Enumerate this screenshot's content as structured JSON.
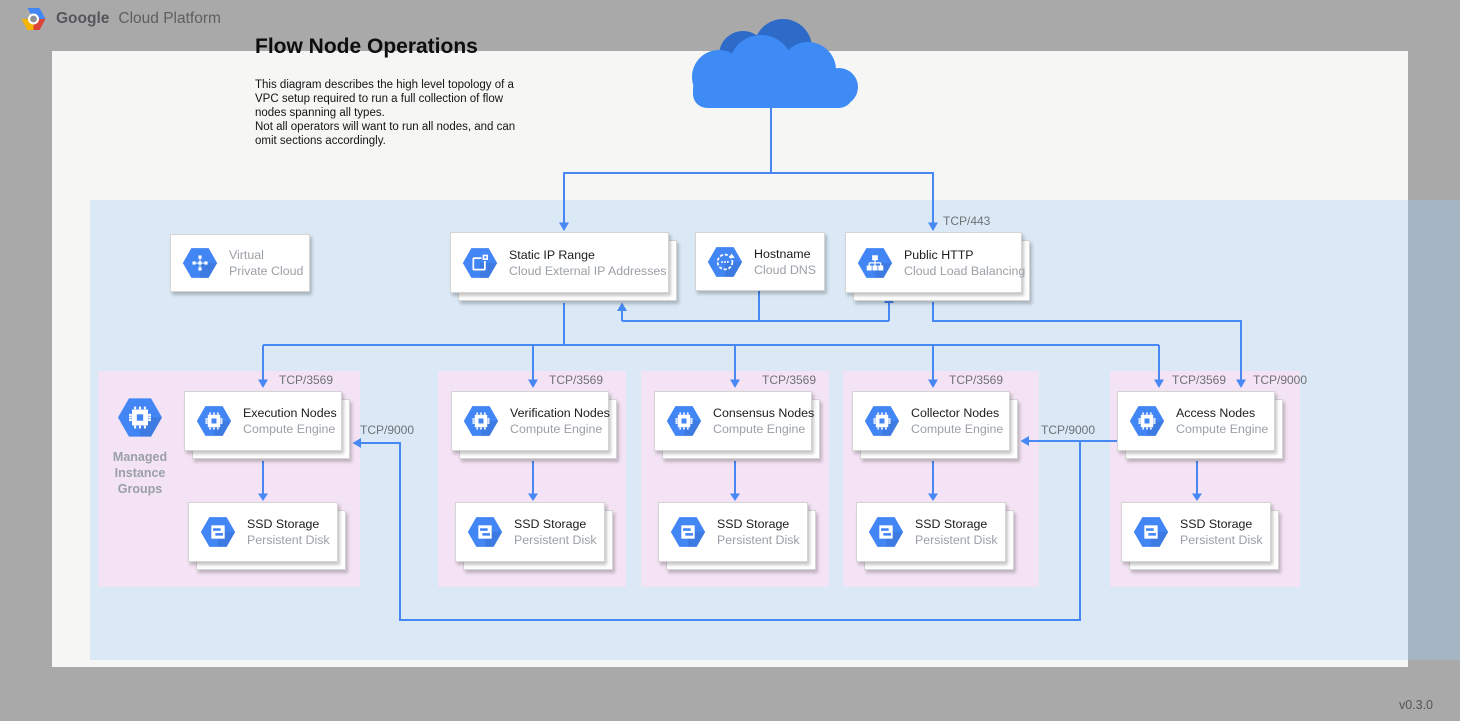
{
  "header": {
    "brand_bold": "Google",
    "brand_rest": "Cloud Platform"
  },
  "title": "Flow Node Operations",
  "description": "This diagram describes the high level topology of a\nVPC setup required to run a full collection of flow\nnodes spanning all types.\nNot all operators will want to run all nodes, and can\nomit sections accordingly.",
  "version": "v0.3.0",
  "vpc_card": {
    "title": "Virtual",
    "subtitle": "Private Cloud",
    "icon": "virtual-private-cloud-icon"
  },
  "service_cards": [
    {
      "title": "Static IP Range",
      "subtitle": "Cloud External IP Addresses",
      "icon": "external-ip-icon"
    },
    {
      "title": "Hostname",
      "subtitle": "Cloud DNS",
      "icon": "cloud-dns-icon"
    },
    {
      "title": "Public HTTP",
      "subtitle": "Cloud Load Balancing",
      "icon": "cloud-load-balancing-icon"
    }
  ],
  "port_labels": {
    "tcp443": "TCP/443",
    "tcp3569": "TCP/3569",
    "tcp9000": "TCP/9000"
  },
  "managed_instance_groups": "Managed\nInstance\nGroups",
  "node_groups": [
    {
      "title": "Execution Nodes",
      "subtitle": "Compute Engine"
    },
    {
      "title": "Verification Nodes",
      "subtitle": "Compute Engine"
    },
    {
      "title": "Consensus Nodes",
      "subtitle": "Compute Engine"
    },
    {
      "title": "Collector Nodes",
      "subtitle": "Compute Engine"
    },
    {
      "title": "Access Nodes",
      "subtitle": "Compute Engine"
    }
  ],
  "storage_card": {
    "title": "SSD Storage",
    "subtitle": "Persistent Disk"
  },
  "colors": {
    "accent_blue": "#4285f4",
    "wire_blue": "#4788f4",
    "cloud_dark": "#2e6bc8",
    "cloud_light": "#3e8bf5",
    "vpc_tint": "#d9e9f8",
    "group_tint": "#f4e3f4",
    "canvas_gray": "#a9a9a9",
    "sheet": "#f6f6f4"
  }
}
